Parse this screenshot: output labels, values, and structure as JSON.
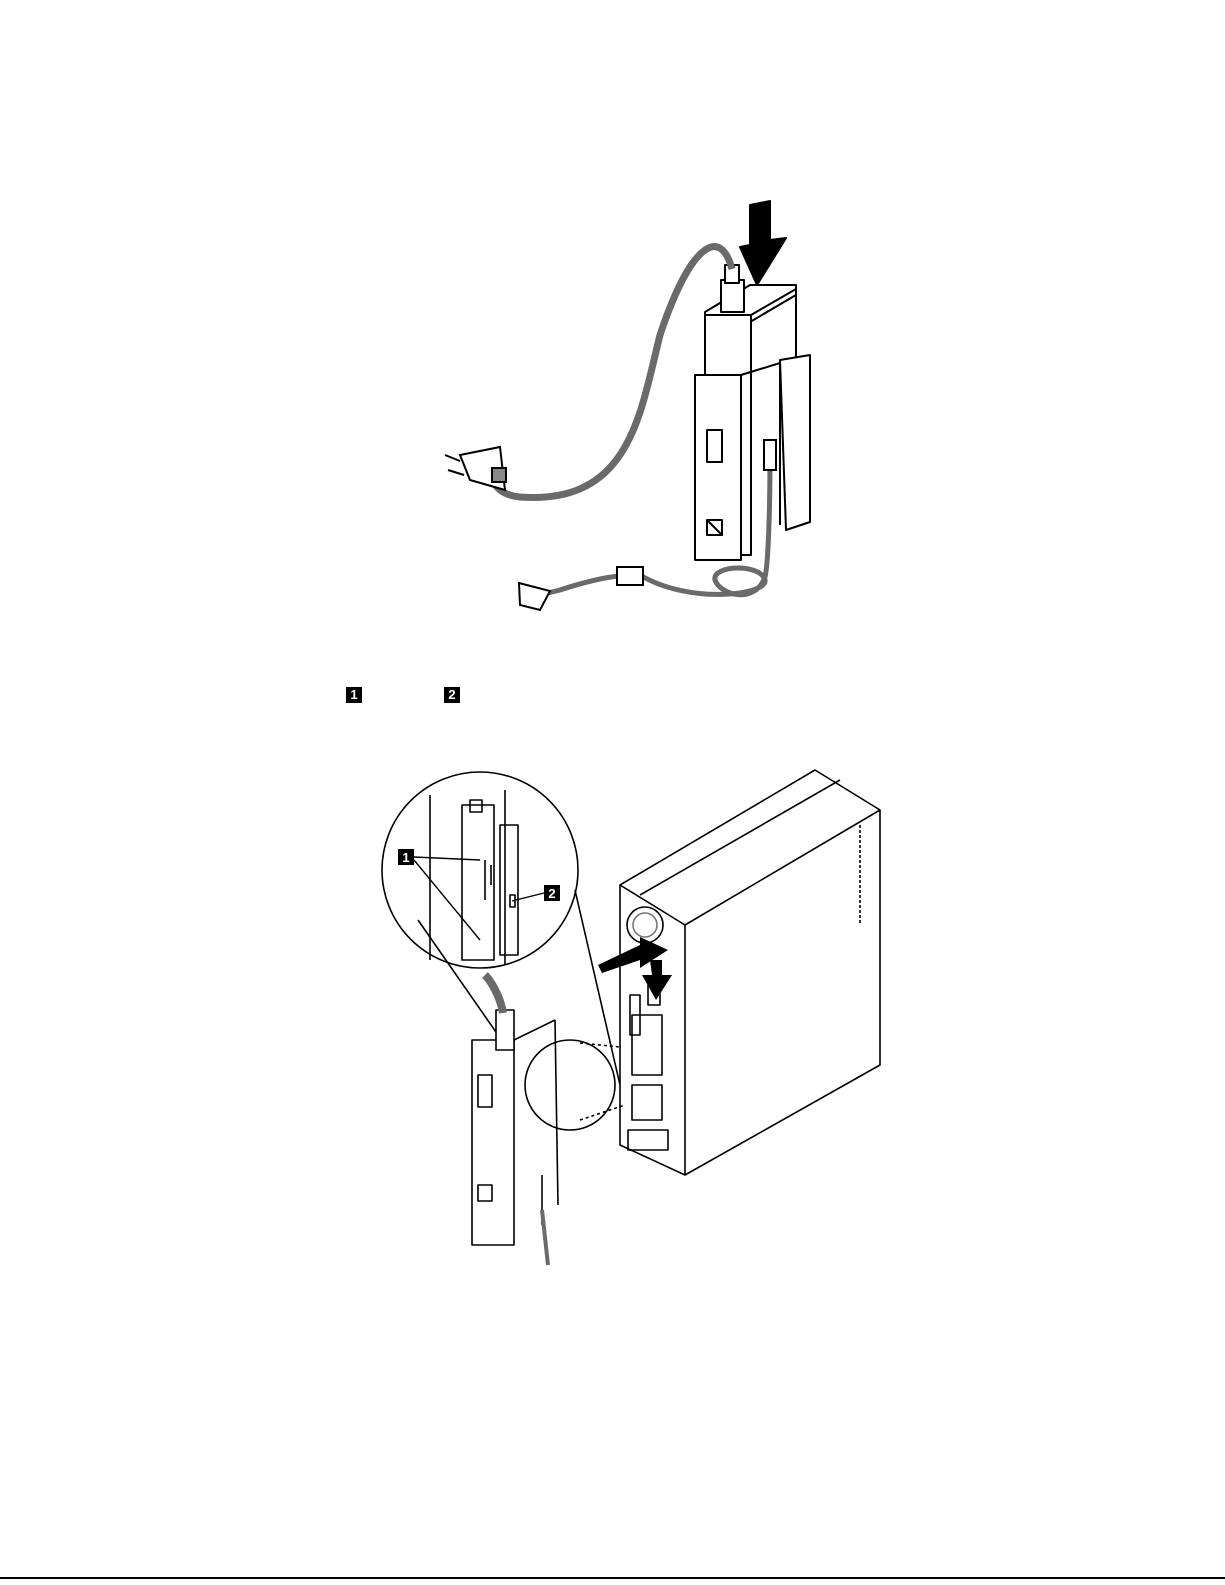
{
  "callouts": {
    "one": "1",
    "two": "2"
  },
  "figure2": {
    "label_1": "1",
    "label_2": "2"
  },
  "colors": {
    "cable": "#6a6a6a",
    "ink": "#000000"
  },
  "icons": [
    "down-arrow-icon",
    "push-arrow-icon",
    "power-plug-icon",
    "dc-connector-icon"
  ]
}
